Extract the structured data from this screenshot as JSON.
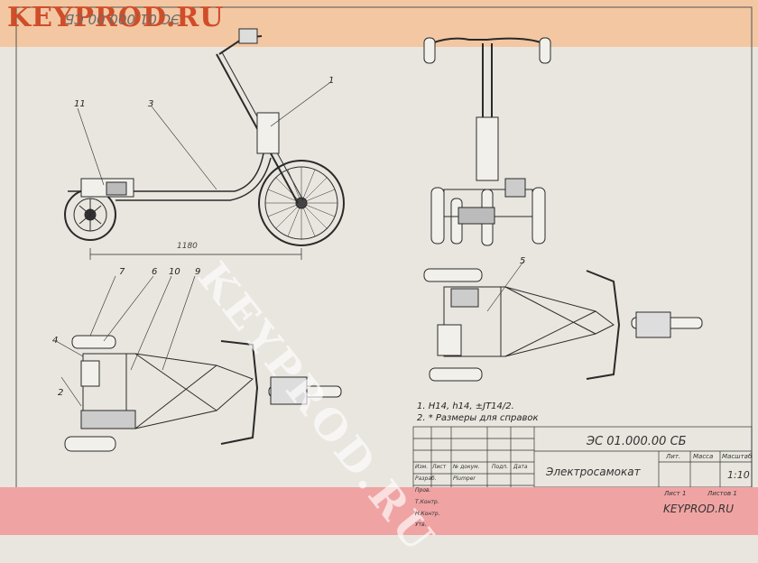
{
  "header": {
    "site_logo": "KEYPROD.RU",
    "doc_code_top": "ЭС 01.000.00 СБ"
  },
  "watermark": "KEYPROD.RU",
  "dimension": "1180",
  "callouts": {
    "c1": "1",
    "c2": "2",
    "c3": "3",
    "c4": "4",
    "c5": "5",
    "c6": "6",
    "c7": "7",
    "c9": "9",
    "c10": "10",
    "c11": "11"
  },
  "notes": {
    "line1": "1. Н14, h14, ±JT14/2.",
    "line2": "2. * Размеры для справок"
  },
  "title_block": {
    "doc_code": "ЭС 01.000.00 СБ",
    "product_name": "Электросамокат",
    "col_izm": "Изм.",
    "col_list": "Лист",
    "col_ndokum": "№ докум.",
    "col_podp": "Подп.",
    "col_data": "Дата",
    "row_razrab": "Разраб.",
    "razrab_name": "Plumper",
    "row_prov": "Пров.",
    "row_tkontr": "Т.Контр.",
    "row_nkontr": "Н.Контр.",
    "row_utv": "Утв.",
    "lit_label": "Лит.",
    "massa_label": "Масса",
    "masshtab_label": "Масштаб",
    "masshtab_value": "1:10",
    "list_label": "Лист 1",
    "listov_label": "Листов 1",
    "site": "KEYPROD.RU"
  },
  "colors": {
    "top_band": "#f3c7a2",
    "bottom_band": "#f0a3a3",
    "logo": "#d04d2a",
    "paper": "#e9e6df",
    "line": "#2a2a2a"
  }
}
